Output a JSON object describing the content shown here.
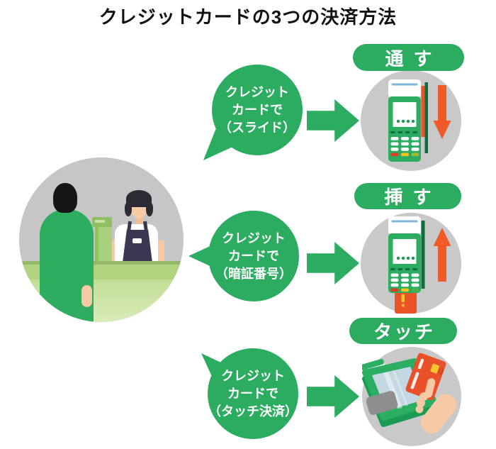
{
  "title": "クレジットカードの3つの決済方法",
  "palette": {
    "green": "#2BAC61",
    "green_dark": "#0E6F3E",
    "gray_disc": "#C9C9C9",
    "orange_arrow": "#F05A28",
    "card_red": "#E8512A",
    "chip_yellow": "#F7C52D",
    "screen_blue": "#C3D8E3",
    "counter_green": "#AFD37F",
    "apron_navy": "#3B3750",
    "skin": "#F7C9A4"
  },
  "scene": {
    "name": "customer-and-cashier-at-register"
  },
  "methods": [
    {
      "bubble": [
        "クレジット",
        "カードで",
        "（スライド）"
      ],
      "label": "通す",
      "illustration": "swipe-terminal",
      "card_motion": "down"
    },
    {
      "bubble": [
        "クレジット",
        "カードで",
        "（暗証番号）"
      ],
      "label": "挿す",
      "illustration": "insert-terminal",
      "card_motion": "up"
    },
    {
      "bubble": [
        "クレジット",
        "カードで",
        "（タッチ決済）"
      ],
      "label": "タッチ",
      "illustration": "tap-terminal",
      "card_motion": "tap"
    }
  ]
}
